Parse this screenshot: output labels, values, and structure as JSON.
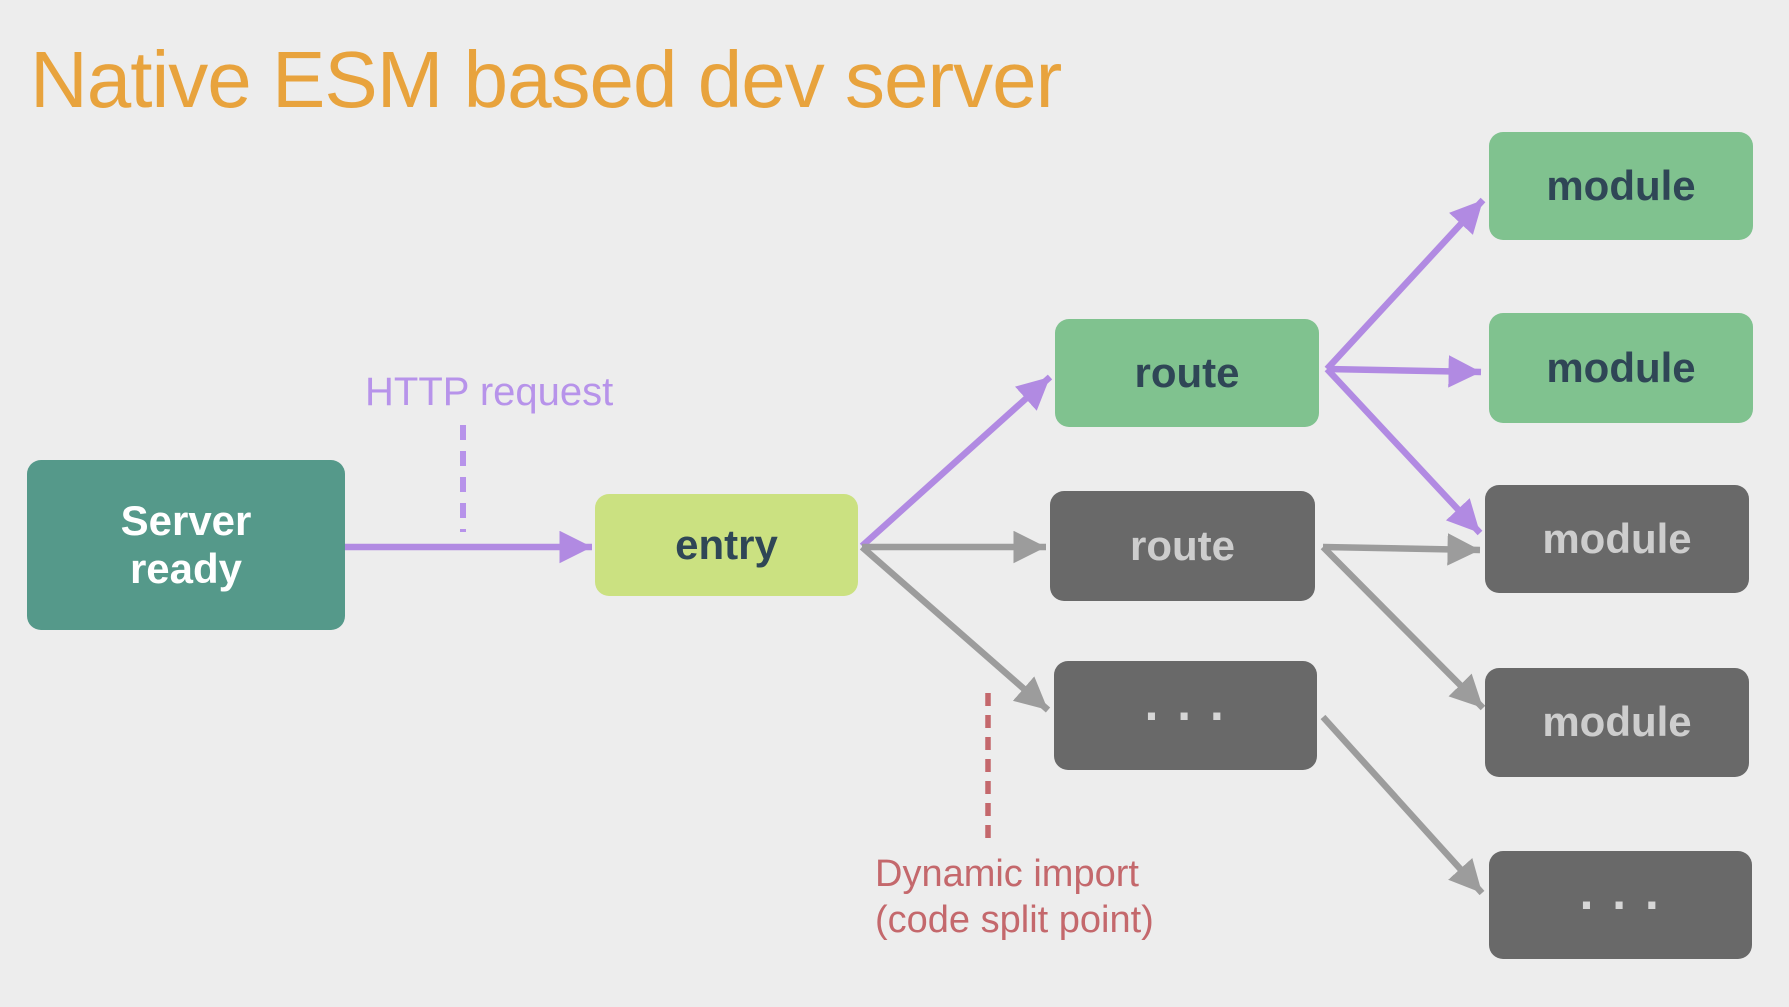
{
  "title": {
    "text": "Native ESM based dev server",
    "color": "#e8a33d"
  },
  "annotations": {
    "http_request": {
      "text": "HTTP request",
      "color": "#b793ea"
    },
    "dynamic_import": {
      "line1": "Dynamic import",
      "line2": "(code split point)",
      "color": "#c4686c"
    }
  },
  "nodes": {
    "server_ready": {
      "line1": "Server",
      "line2": "ready",
      "color": "#55998a"
    },
    "entry": {
      "label": "entry",
      "color": "#cbe181"
    },
    "route_green": {
      "label": "route",
      "color": "#80c28f"
    },
    "route_gray": {
      "label": "route",
      "color": "#696969"
    },
    "more_routes": {
      "label": "···",
      "color": "#696969"
    },
    "module_1": {
      "label": "module",
      "color": "#80c28f"
    },
    "module_2": {
      "label": "module",
      "color": "#80c28f"
    },
    "module_3": {
      "label": "module",
      "color": "#696969"
    },
    "module_4": {
      "label": "module",
      "color": "#696969"
    },
    "more_modules": {
      "label": "···",
      "color": "#696969"
    }
  },
  "edges": [
    {
      "from": "server_ready",
      "to": "entry",
      "style": "purple"
    },
    {
      "from": "entry",
      "to": "route_green",
      "style": "purple"
    },
    {
      "from": "entry",
      "to": "route_gray",
      "style": "gray"
    },
    {
      "from": "entry",
      "to": "more_routes",
      "style": "gray"
    },
    {
      "from": "route_green",
      "to": "module_1",
      "style": "purple"
    },
    {
      "from": "route_green",
      "to": "module_2",
      "style": "purple"
    },
    {
      "from": "route_green",
      "to": "module_3",
      "style": "purple"
    },
    {
      "from": "route_gray",
      "to": "module_3",
      "style": "gray"
    },
    {
      "from": "route_gray",
      "to": "module_4",
      "style": "gray"
    },
    {
      "from": "more_routes",
      "to": "more_modules",
      "style": "gray"
    }
  ],
  "palette": {
    "background": "#ededed",
    "arrow_purple": "#b18ae2",
    "arrow_gray": "#9c9c9c",
    "dashed_red": "#c4686c",
    "dark_text": "#2f4656",
    "light_text": "#cdcdcd"
  }
}
